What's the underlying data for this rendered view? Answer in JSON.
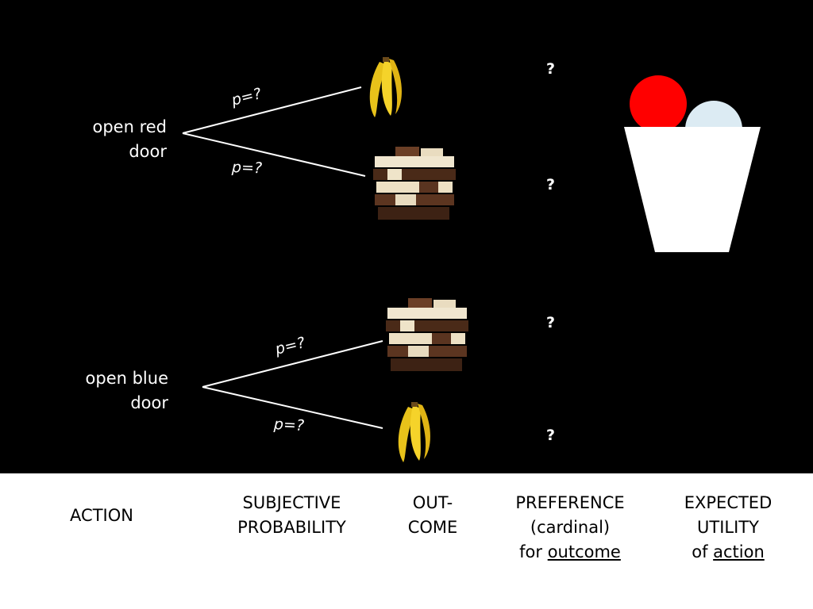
{
  "branches": {
    "red": {
      "action": [
        "open red",
        "door"
      ],
      "p_top": "p=?",
      "p_bottom": "p=?"
    },
    "blue": {
      "action": [
        "open blue",
        "door"
      ],
      "p_top": "p=?",
      "p_bottom": "p=?"
    }
  },
  "preference_marks": [
    "?",
    "?",
    "?",
    "?"
  ],
  "columns": {
    "action": [
      "ACTION"
    ],
    "subjective_probability": [
      "SUBJECTIVE",
      "PROBABILITY"
    ],
    "outcome": [
      "OUT-",
      "COME"
    ],
    "preference": {
      "line1": "PREFERENCE",
      "line2": "(cardinal)",
      "line3_prefix": "for ",
      "line3_underlined": "outcome"
    },
    "expected_utility": {
      "line1": "EXPECTED",
      "line2": "UTILITY",
      "line3_prefix": "of ",
      "line3_underlined": "action"
    }
  },
  "colors": {
    "background": "#000000",
    "red_ball": "#ff0000",
    "pale_ball": "#dcebf3",
    "cup": "#ffffff"
  },
  "icons": [
    "banana-icon",
    "chocolate-icon"
  ]
}
